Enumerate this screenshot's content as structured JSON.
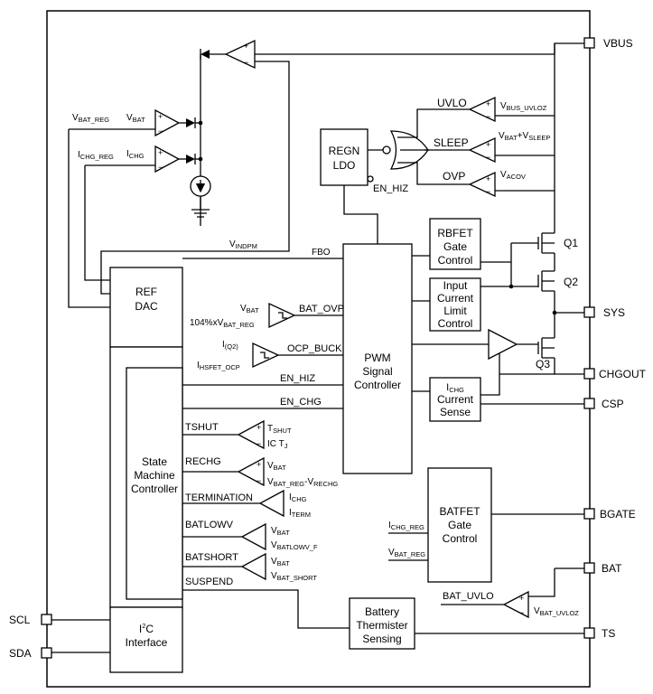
{
  "pins": {
    "vbus": "VBUS",
    "sys": "SYS",
    "chgout": "CHGOUT",
    "csp": "CSP",
    "bgate": "BGATE",
    "bat": "BAT",
    "ts": "TS",
    "scl": "SCL",
    "sda": "SDA"
  },
  "blocks": {
    "regn": [
      "REGN",
      "LDO"
    ],
    "ref_dac": [
      "REF",
      "DAC"
    ],
    "state_machine": [
      "State",
      "Machine",
      "Controller"
    ],
    "i2c_tail": "Interface",
    "pwm": [
      "PWM",
      "Signal",
      "Controller"
    ],
    "rbfet": [
      "RBFET",
      "Gate",
      "Control"
    ],
    "input_current": [
      "Input",
      "Current",
      "Limit",
      "Control"
    ],
    "ichg_sense": [
      "Current",
      "Sense"
    ],
    "batfet": [
      "BATFET",
      "Gate",
      "Control"
    ],
    "thermistor": [
      "Battery",
      "Thermister",
      "Sensing"
    ]
  },
  "signals": {
    "uvlo": "UVLO",
    "sleep": "SLEEP",
    "ovp": "OVP",
    "en_hiz_top": "EN_HIZ",
    "fbo": "FBO",
    "bat_ovp": "BAT_OVP",
    "ocp_buck": "OCP_BUCK",
    "en_hiz": "EN_HIZ",
    "en_chg": "EN_CHG",
    "tshut": "TSHUT",
    "rechg": "RECHG",
    "termination": "TERMINATION",
    "batlowv": "BATLOWV",
    "batshort": "BATSHORT",
    "suspend": "SUSPEND",
    "bat_uvlo": "BAT_UVLO",
    "ic_tj": "IC T",
    "pct104": "104%xV",
    "q1": "Q1",
    "q2": "Q2",
    "q3": "Q3"
  }
}
